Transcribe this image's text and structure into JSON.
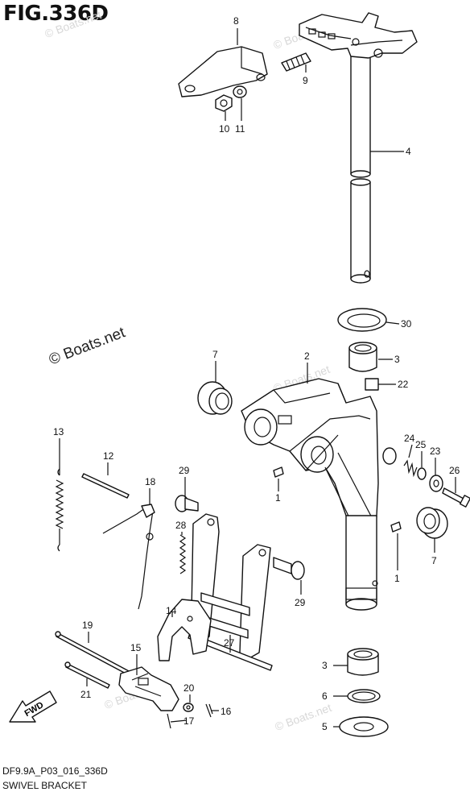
{
  "header": {
    "figure_title": "FIG.336D"
  },
  "footer": {
    "diagram_code": "DF9.9A_P03_016_336D",
    "assembly_name": "SWIVEL BRACKET"
  },
  "watermarks": {
    "main": "© Boats.net",
    "light": "© Boats.net"
  },
  "fwd_label": "FWD",
  "callouts": [
    "8",
    "9",
    "10",
    "11",
    "4",
    "30",
    "7",
    "2",
    "3",
    "22",
    "13",
    "12",
    "29",
    "18",
    "1",
    "24",
    "25",
    "23",
    "26",
    "28",
    "7",
    "14",
    "1",
    "29",
    "19",
    "15",
    "27",
    "3",
    "20",
    "6",
    "17",
    "16",
    "21",
    "5"
  ]
}
